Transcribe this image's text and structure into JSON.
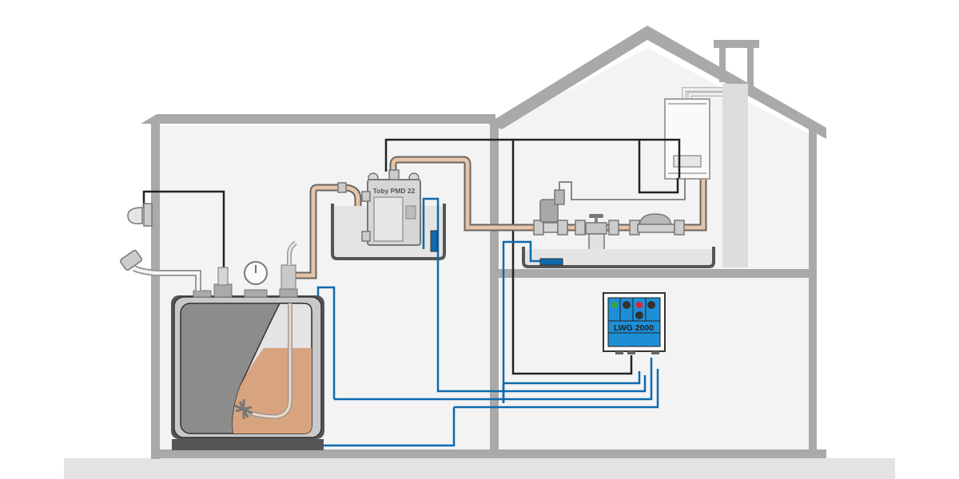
{
  "diagram": {
    "type": "oil-tank leak detection installation schematic",
    "components": {
      "pump_module": {
        "label": "Toby PMD 22"
      },
      "controller": {
        "label": "LWG 2000",
        "indicators": [
          {
            "name": "green-led",
            "color": "#3aa63a"
          },
          {
            "name": "dark-led-1",
            "color": "#333333"
          },
          {
            "name": "red-led",
            "color": "#e8202a"
          },
          {
            "name": "dark-led-2",
            "color": "#333333"
          },
          {
            "name": "dark-led-3",
            "color": "#333333"
          }
        ]
      },
      "tank": {
        "fill_level_fraction": 0.55
      },
      "boiler": {
        "label": ""
      }
    },
    "colors": {
      "wall": "#a9a9a9",
      "interior": "#f3f3f3",
      "ground": "#e3e3e3",
      "oil_pipe": "#e8c4a6",
      "sensor_cable": "#0d6aad",
      "power_cable": "#222222",
      "tank_body": "#8c8c8c",
      "oil": "#d8a47f",
      "controller_blue": "#1e8fd6"
    }
  }
}
